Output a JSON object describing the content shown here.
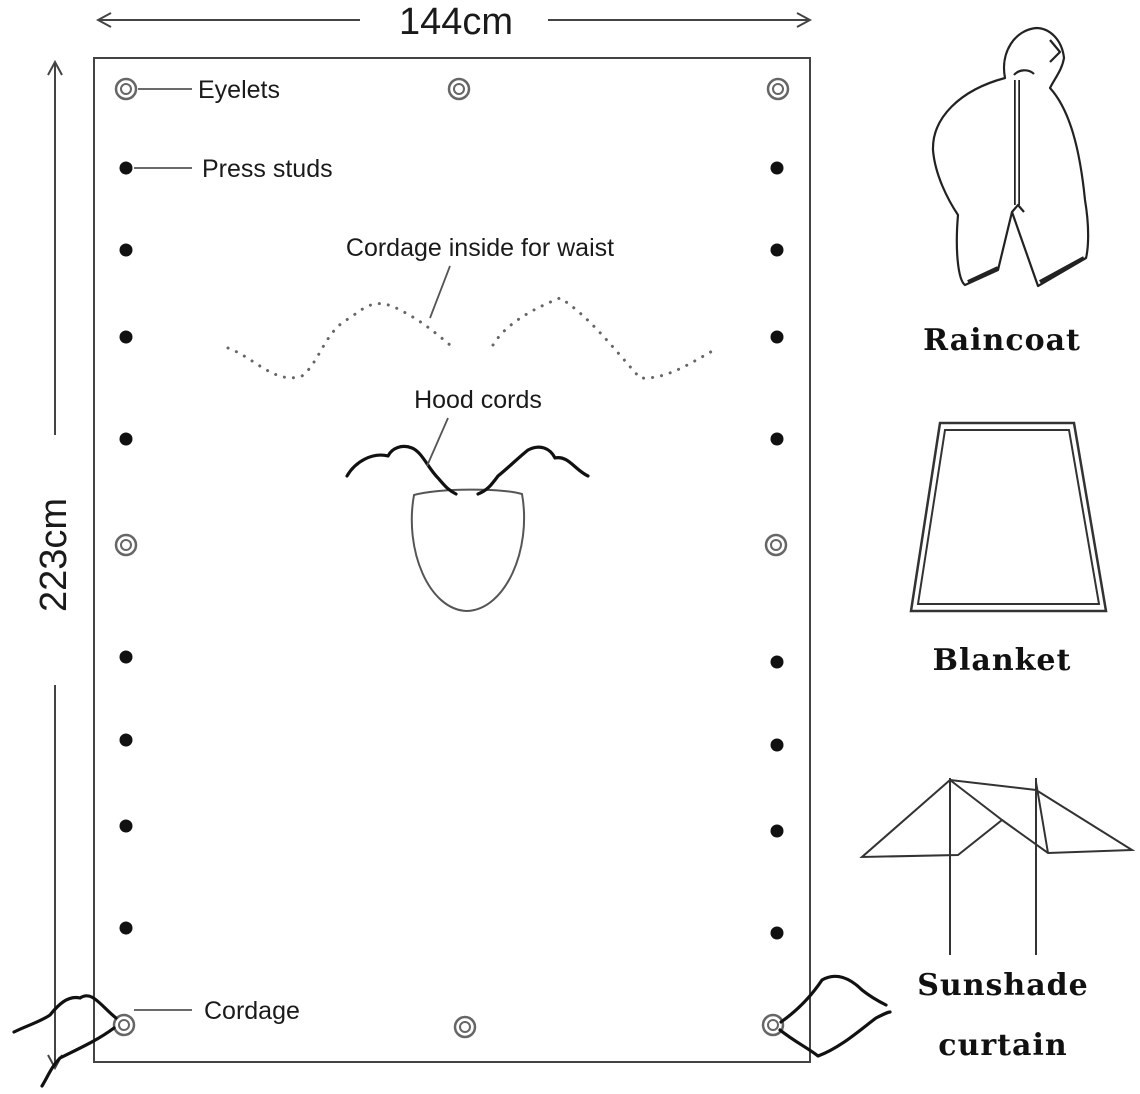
{
  "dimensions": {
    "width": "144cm",
    "height": "223cm"
  },
  "labels": {
    "eyelets": "Eyelets",
    "press_studs": "Press studs",
    "cordage_waist": "Cordage inside for waist",
    "hood_cords": "Hood cords",
    "cordage": "Cordage"
  },
  "uses": {
    "raincoat": "Raincoat",
    "blanket": "Blanket",
    "sunshade_line1": "Sunshade",
    "sunshade_line2": "curtain"
  },
  "colors": {
    "ink": "#111111",
    "outline": "#444444",
    "background": "#ffffff"
  }
}
